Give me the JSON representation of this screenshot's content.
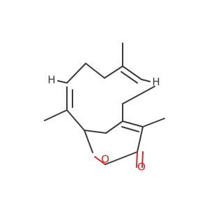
{
  "molecule": {
    "atom_labels": {
      "ring_oxygen": "O",
      "carbonyl_oxygen": "O",
      "hydrogen_left": "H",
      "hydrogen_right": "H"
    },
    "colors": {
      "bond": "#3a3a3a",
      "oxygen": "#e02020",
      "hydrogen": "#3a3a3a",
      "background": "#ffffff"
    }
  }
}
